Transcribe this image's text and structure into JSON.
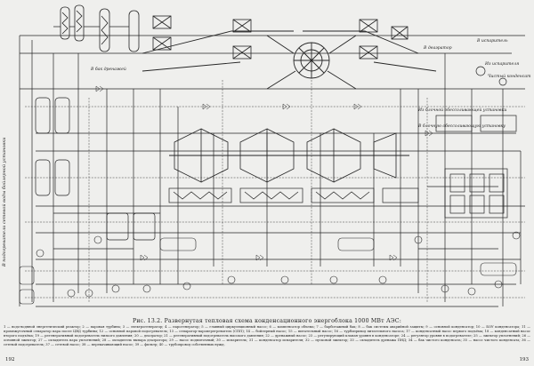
{
  "left_note": "В подогреватели сетевой воды бойлерной установки",
  "labels": {
    "to_deaerator": "В деаэратор",
    "to_evaporator": "В испаритель",
    "from_evaporator": "Из испарителя",
    "clean_condensate": "Чистый конденсат",
    "to_drain_tank": "В бак дренажей",
    "from_cleaning": "Из блочной обессоливающей установки",
    "to_cleaning": "В блочную обессоливающую установку"
  },
  "figure": {
    "caption": "Рис. 13.2. Развернутая тепловая схема конденсационного энергоблока 1000 МВт АЭС:",
    "legend": "1 — водо-водяной энергетический реактор; 2 — паровая турбина; 3 — электрогенератор; 4 — парогенератор; 5 — главный циркуляционный насос; 6 — компенсатор объема; 7 — барботажный бак; 8 — бак системы аварийной защиты; 9 — основной конденсатор; 10 — БОУ конденсатора; 11 — промежуточный сепаратор пара после ЦВД турбины; 12 — основной паровой подогреватель; 13 — сепаратор-пароперегреватель (СПП); 14 — бойлерный насос; 15 — питательный насос; 16 — турбопривод питательного насоса; 17 — конденсатный насос первого подъёма; 18 — конденсатный насос второго подъёма; 19 — регенеративный подогреватель низкого давления; 20 — деаэратор; 21 — регенеративный подогреватель высокого давления; 22 — дренажный насос; 23 — регулирующий клапан уровня в конденсаторе; 24 — регулятор уровня в подогревателе; 25 — эжектор уплотнений; 26 — основной эжектор; 27 — охладитель пара уплотнений; 28 — охладитель выпара деаэратора; 29 — насос подпиточный; 30 — испаритель; 31 — конденсатор испарителя; 32 — пусковой эжектор; 33 — охладитель дренажа ПНД; 34 — бак чистого конденсата; 35 — насос чистого конденсата; 36 — сетевой подогреватель; 37 — сетевой насос; 38 — перекачивающий насос; 39 — фильтр; 40 — трубопровод собственных нужд."
  },
  "pages": {
    "left": "192",
    "right": "193"
  }
}
